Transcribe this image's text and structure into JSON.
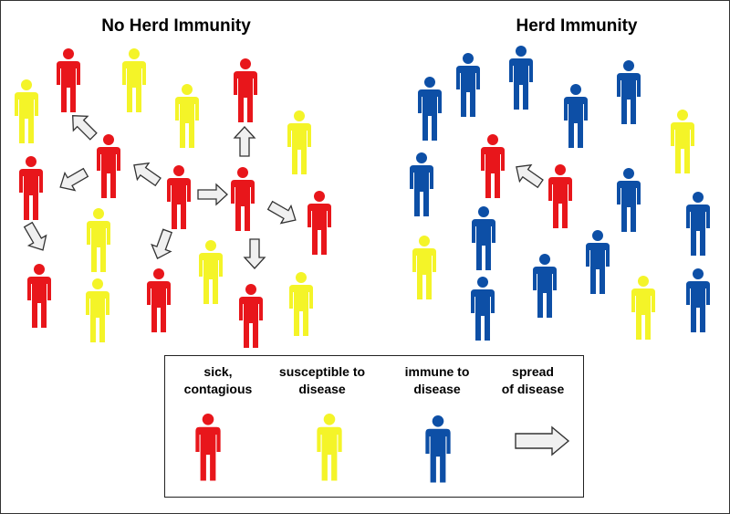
{
  "titles": {
    "left": "No Herd Immunity",
    "right": "Herd Immunity"
  },
  "colors": {
    "sick": "#e8161b",
    "susceptible": "#f4f428",
    "immune": "#0d4fa6",
    "arrow_fill": "#f0f0f0",
    "arrow_stroke": "#333333"
  },
  "legend": {
    "sick": "sick,\ncontagious",
    "susceptible": "susceptible to\ndisease",
    "immune": "immune to\ndisease",
    "spread": "spread\nof disease"
  }
}
